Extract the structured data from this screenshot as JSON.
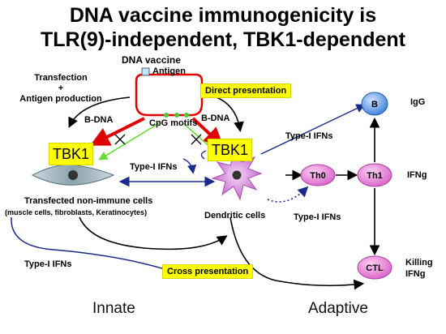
{
  "title": {
    "line1": "DNA vaccine immunogenicity is",
    "line2": "TLR(9)-independent, TBK1-dependent"
  },
  "vaccine": {
    "label": "DNA vaccine",
    "antigen": "Antigen",
    "cpg": "CpG motifs"
  },
  "left": {
    "transfection_line1": "Transfection",
    "transfection_plus": "+",
    "transfection_line2": "Antigen production",
    "bdna": "B-DNA",
    "tbk1": "TBK1",
    "cells_title": "Transfected non-immune cells",
    "cells_sub": "(muscle cells, fibroblasts, Keratinocytes)"
  },
  "center": {
    "bdna": "B-DNA",
    "tbk1": "TBK1",
    "type1_ifns": "Type-I IFNs",
    "dendritic": "Dendritic cells",
    "direct": "Direct presentation",
    "cross": "Cross presentation"
  },
  "right": {
    "type1_top": "Type-I IFNs",
    "type1_bottom": "Type-I IFNs",
    "b": "B",
    "igg": "IgG",
    "th0": "Th0",
    "th1": "Th1",
    "ifng": "IFNg",
    "ctl": "CTL",
    "killing": "Killing",
    "ctl_ifng": "IFNg"
  },
  "bottom_left": {
    "type1_ifns": "Type-I IFNs"
  },
  "footer": {
    "innate": "Innate",
    "adaptive": "Adaptive"
  },
  "colors": {
    "highlight": "#ffff00",
    "red_arrow": "#e00000",
    "green_arrow": "#66dd33",
    "blue_arrow": "#1a2a8a",
    "pink_node": "#e070d0",
    "blue_node": "#3a7fd8"
  }
}
